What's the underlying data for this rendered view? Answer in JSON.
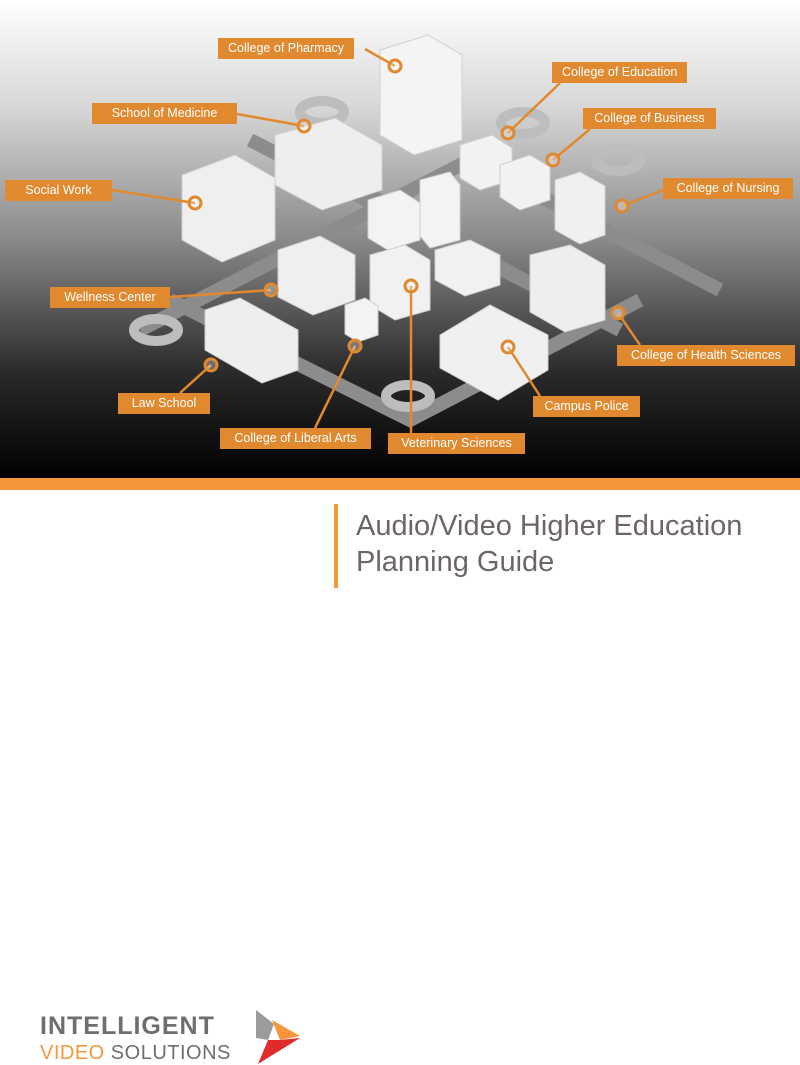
{
  "labels": [
    {
      "id": "college-of-pharmacy",
      "text": "College of Pharmacy"
    },
    {
      "id": "college-of-education",
      "text": "College of Education"
    },
    {
      "id": "school-of-medicine",
      "text": "School of Medicine"
    },
    {
      "id": "college-of-business",
      "text": "College of Business"
    },
    {
      "id": "social-work",
      "text": "Social Work"
    },
    {
      "id": "college-of-nursing",
      "text": "College of Nursing"
    },
    {
      "id": "wellness-center",
      "text": "Wellness Center"
    },
    {
      "id": "college-of-health-sciences",
      "text": "College of Health Sciences"
    },
    {
      "id": "law-school",
      "text": "Law School"
    },
    {
      "id": "campus-police",
      "text": "Campus Police"
    },
    {
      "id": "college-of-liberal-arts",
      "text": "College of Liberal Arts"
    },
    {
      "id": "veterinary-sciences",
      "text": "Veterinary Sciences"
    }
  ],
  "footer": {
    "logo_line1": "INTELLIGENT",
    "logo_line2_accent": "VIDEO",
    "logo_line2_rest": " SOLUTIONS",
    "title_line1": "Audio/Video Higher Education",
    "title_line2": "Planning Guide"
  },
  "colors": {
    "accent": "#f7953a",
    "label_bg": "#e0892f",
    "text_gray": "#6d6e70"
  }
}
